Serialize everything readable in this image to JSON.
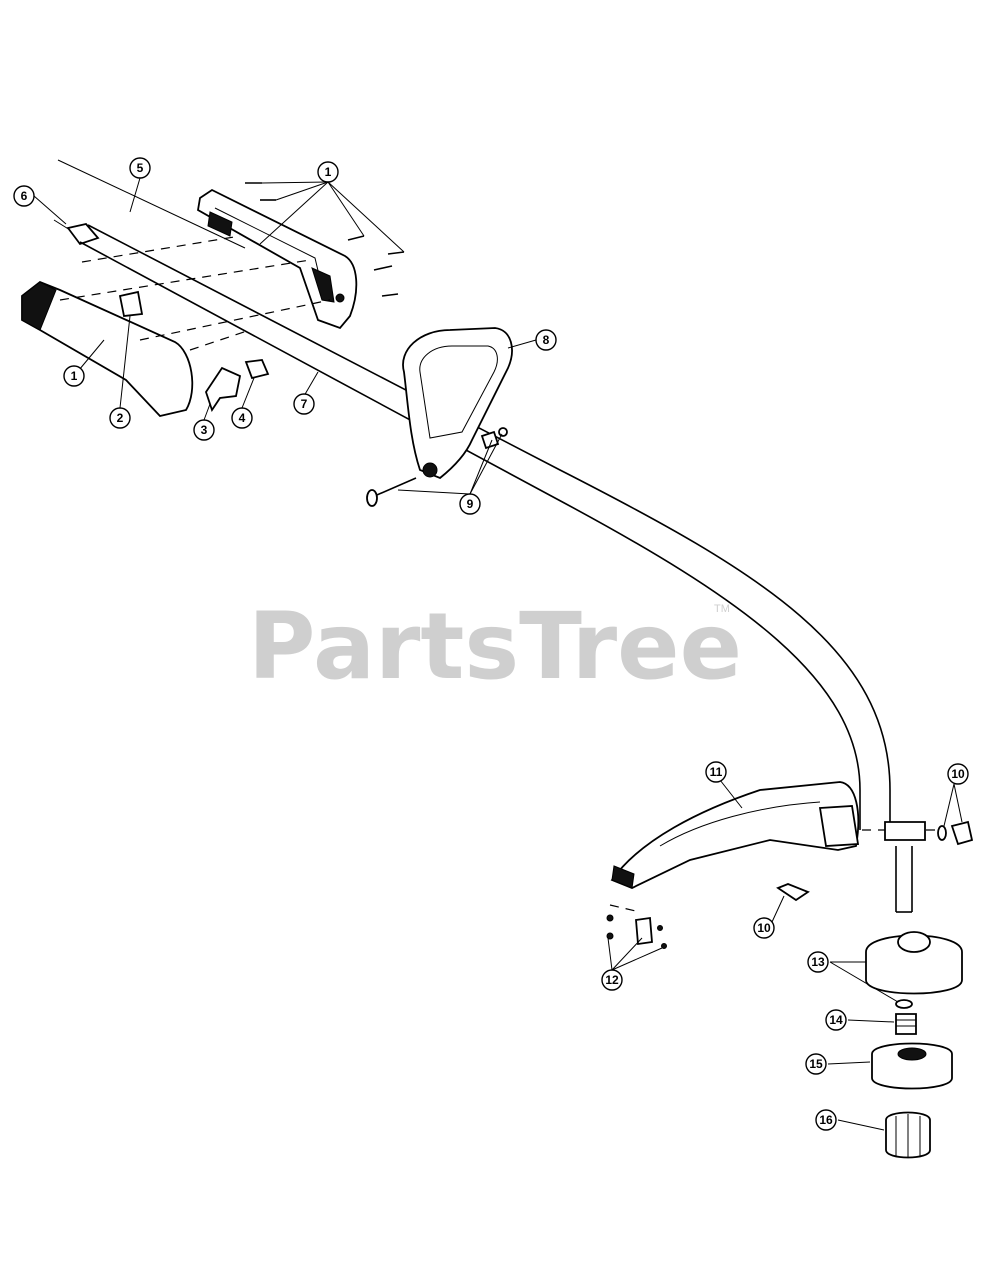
{
  "watermark": {
    "brand": "PartsTree",
    "trademark": "TM"
  },
  "callouts": [
    "1",
    "1",
    "2",
    "3",
    "4",
    "5",
    "6",
    "7",
    "8",
    "9",
    "10",
    "10",
    "11",
    "12",
    "13",
    "14",
    "15",
    "16"
  ]
}
